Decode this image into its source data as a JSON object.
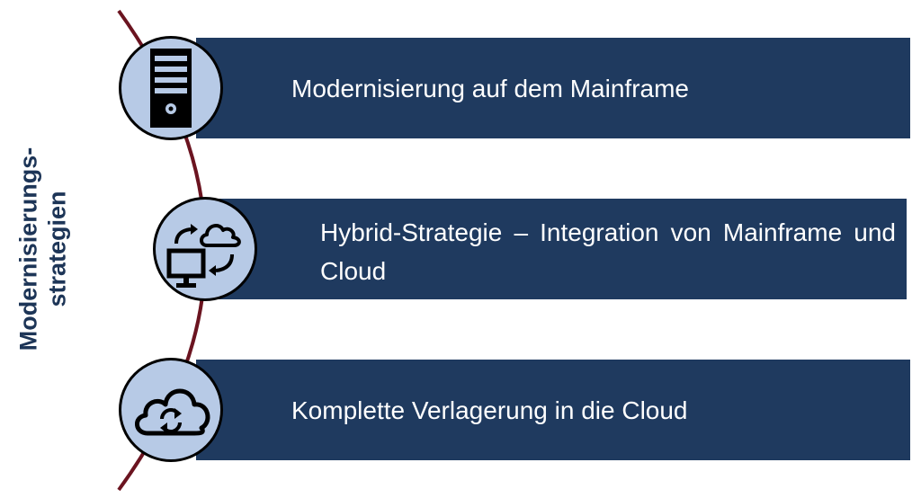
{
  "side_title": {
    "line1": "Modernisierungs-",
    "line2": "strategien"
  },
  "strategies": [
    {
      "label": "Modernisierung auf dem Mainframe",
      "icon": "server-tower-icon"
    },
    {
      "label": "Hybrid-Strategie – Integration von Mainframe und Cloud",
      "icon": "hybrid-sync-icon"
    },
    {
      "label": "Komplette Verlagerung in die Cloud",
      "icon": "cloud-sync-icon"
    }
  ],
  "colors": {
    "bar": "#1f3a5f",
    "circle_fill": "#b7cae6",
    "arc": "#6b1420",
    "title": "#1d3557"
  }
}
